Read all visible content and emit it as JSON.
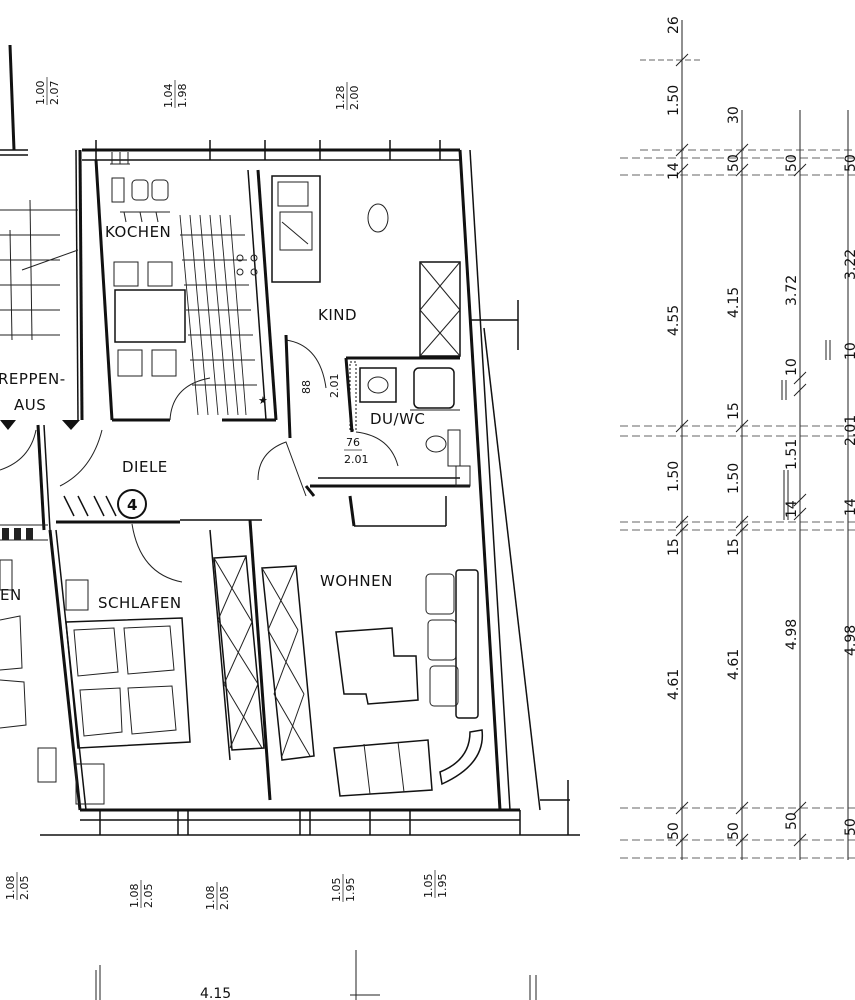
{
  "rooms": {
    "kitchen": "KOCHEN",
    "child": "KIND",
    "stair_1": "REPPEN-",
    "stair_2": "AUS",
    "bath": "DU/WC",
    "hall": "DIELE",
    "bedroom": "SCHLAFEN",
    "bedroom_left": "EN",
    "living": "WOHNEN"
  },
  "unit_number": "4",
  "door_labels": {
    "door_a_1": "88",
    "door_a_2": "2.01",
    "door_b_1": "76",
    "door_b_2": "2.01"
  },
  "window_sills_top": [
    {
      "a": "1.00",
      "b": "2.07"
    },
    {
      "a": "1.04",
      "b": "1.98"
    },
    {
      "a": "1.28",
      "b": "2.00"
    }
  ],
  "window_sills_bottom": [
    {
      "a": "1.08",
      "b": "2.05"
    },
    {
      "a": "1.08",
      "b": "2.05"
    },
    {
      "a": "1.08",
      "b": "2.05"
    },
    {
      "a": "1.05",
      "b": "1.95"
    },
    {
      "a": "1.05",
      "b": "1.95"
    }
  ],
  "dims_col1": [
    "26",
    "1.50",
    "14",
    "4.55",
    "1.50",
    "15",
    "4.61",
    "50"
  ],
  "dims_col2": [
    "30",
    "50",
    "4.15",
    "15",
    "1.50",
    "15",
    "4.61",
    "50"
  ],
  "dims_col3": [
    "50",
    "3.72",
    "10",
    "1.51",
    "14",
    "4.98",
    "50"
  ],
  "dims_col4": [
    "50",
    "3.22",
    "10",
    "2.01",
    "14",
    "4.98",
    "50"
  ],
  "dims_bottom": [
    "4.15"
  ]
}
